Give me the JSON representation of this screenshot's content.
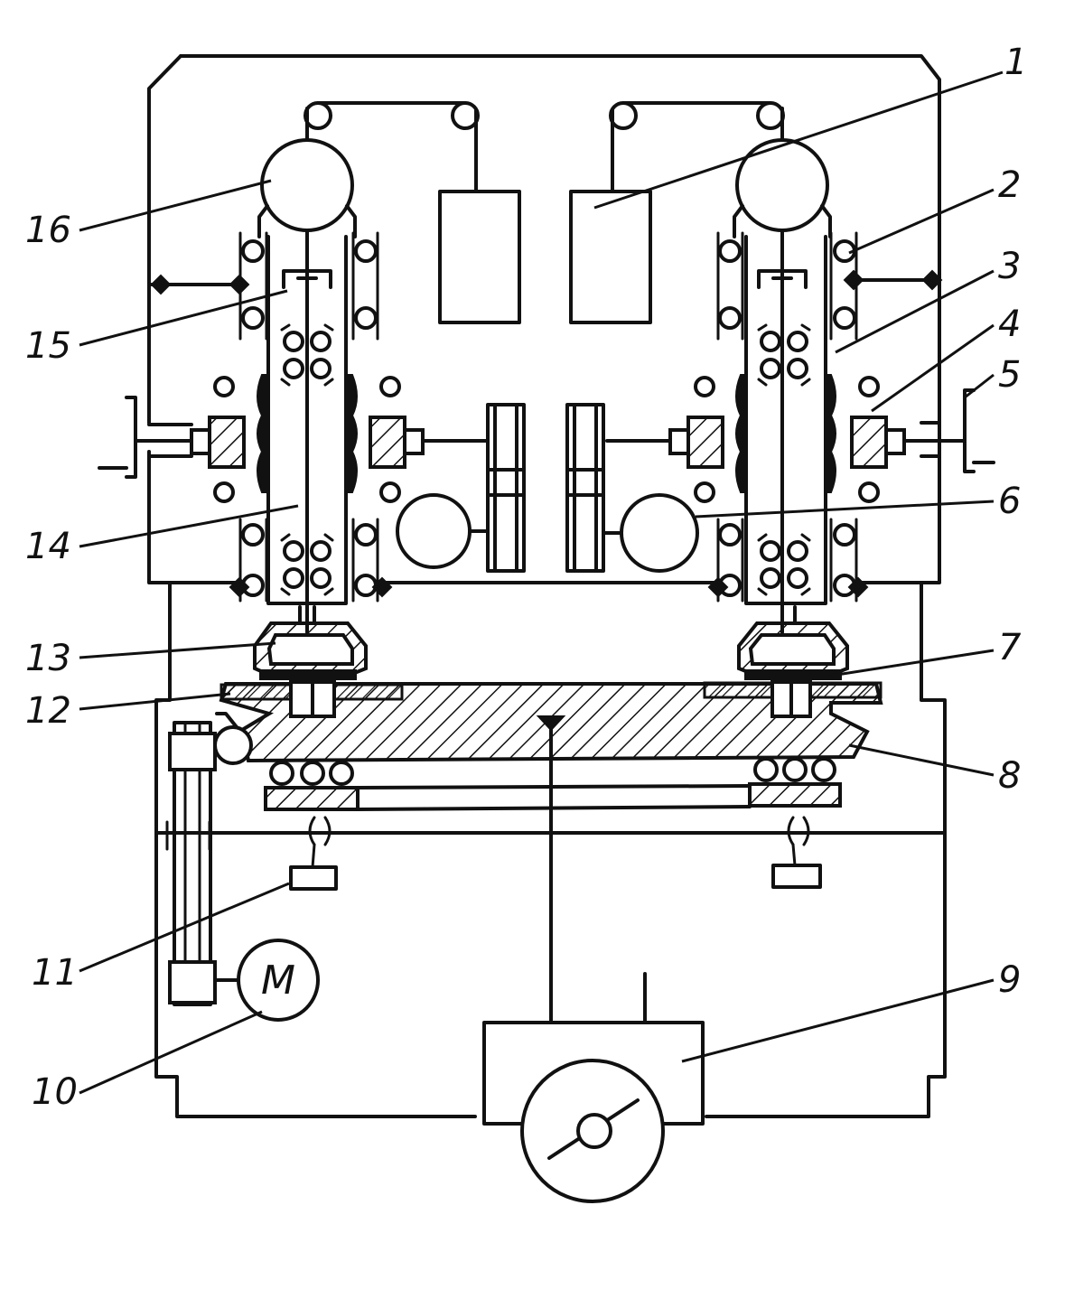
{
  "labels": {
    "l1": "1",
    "l2": "2",
    "l3": "3",
    "l4": "4",
    "l5": "5",
    "l6": "6",
    "l7": "7",
    "l8": "8",
    "l9": "9",
    "l10": "10",
    "l11": "11",
    "l12": "12",
    "l13": "13",
    "l14": "14",
    "l15": "15",
    "l16": "16"
  },
  "motor": "M"
}
